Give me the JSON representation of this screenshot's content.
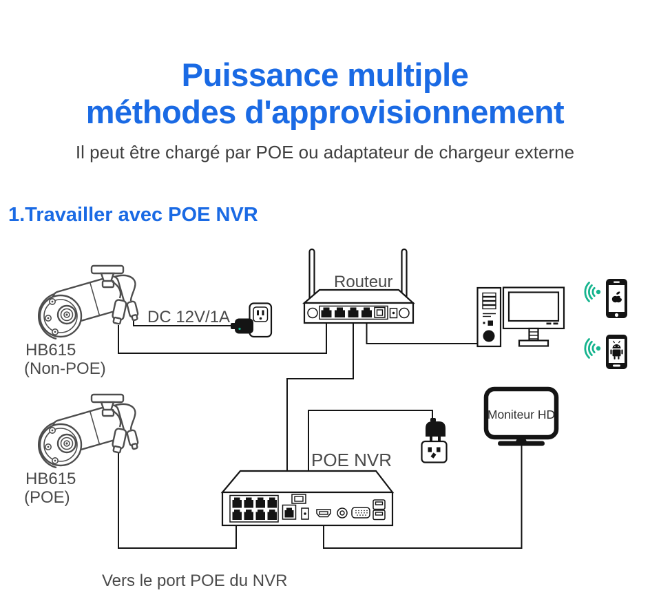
{
  "header": {
    "title_line_1": "Puissance multiple",
    "title_line_2": "méthodes d'approvisionnement",
    "subtitle": "Il peut être chargé par POE ou adaptateur de chargeur externe",
    "section_heading": "1.Travailler avec POE NVR"
  },
  "diagram": {
    "camera_non_poe": {
      "model": "HB615",
      "variant": "(Non-POE)"
    },
    "camera_poe": {
      "model": "HB615",
      "variant": "(POE)"
    },
    "dc_power_label": "DC 12V/1A",
    "router_label": "Routeur",
    "nvr_label": "POE NVR",
    "monitor_label": "Moniteur HD",
    "poe_port_note": "Vers le port POE du NVR"
  },
  "colors": {
    "accent_blue": "#1a6ae4",
    "wifi_green": "#16b48e",
    "text_dark": "#3f3f3f",
    "label_gray": "#4a4a4a",
    "line_black": "#141414",
    "camera_gray": "#4d4d4d"
  }
}
